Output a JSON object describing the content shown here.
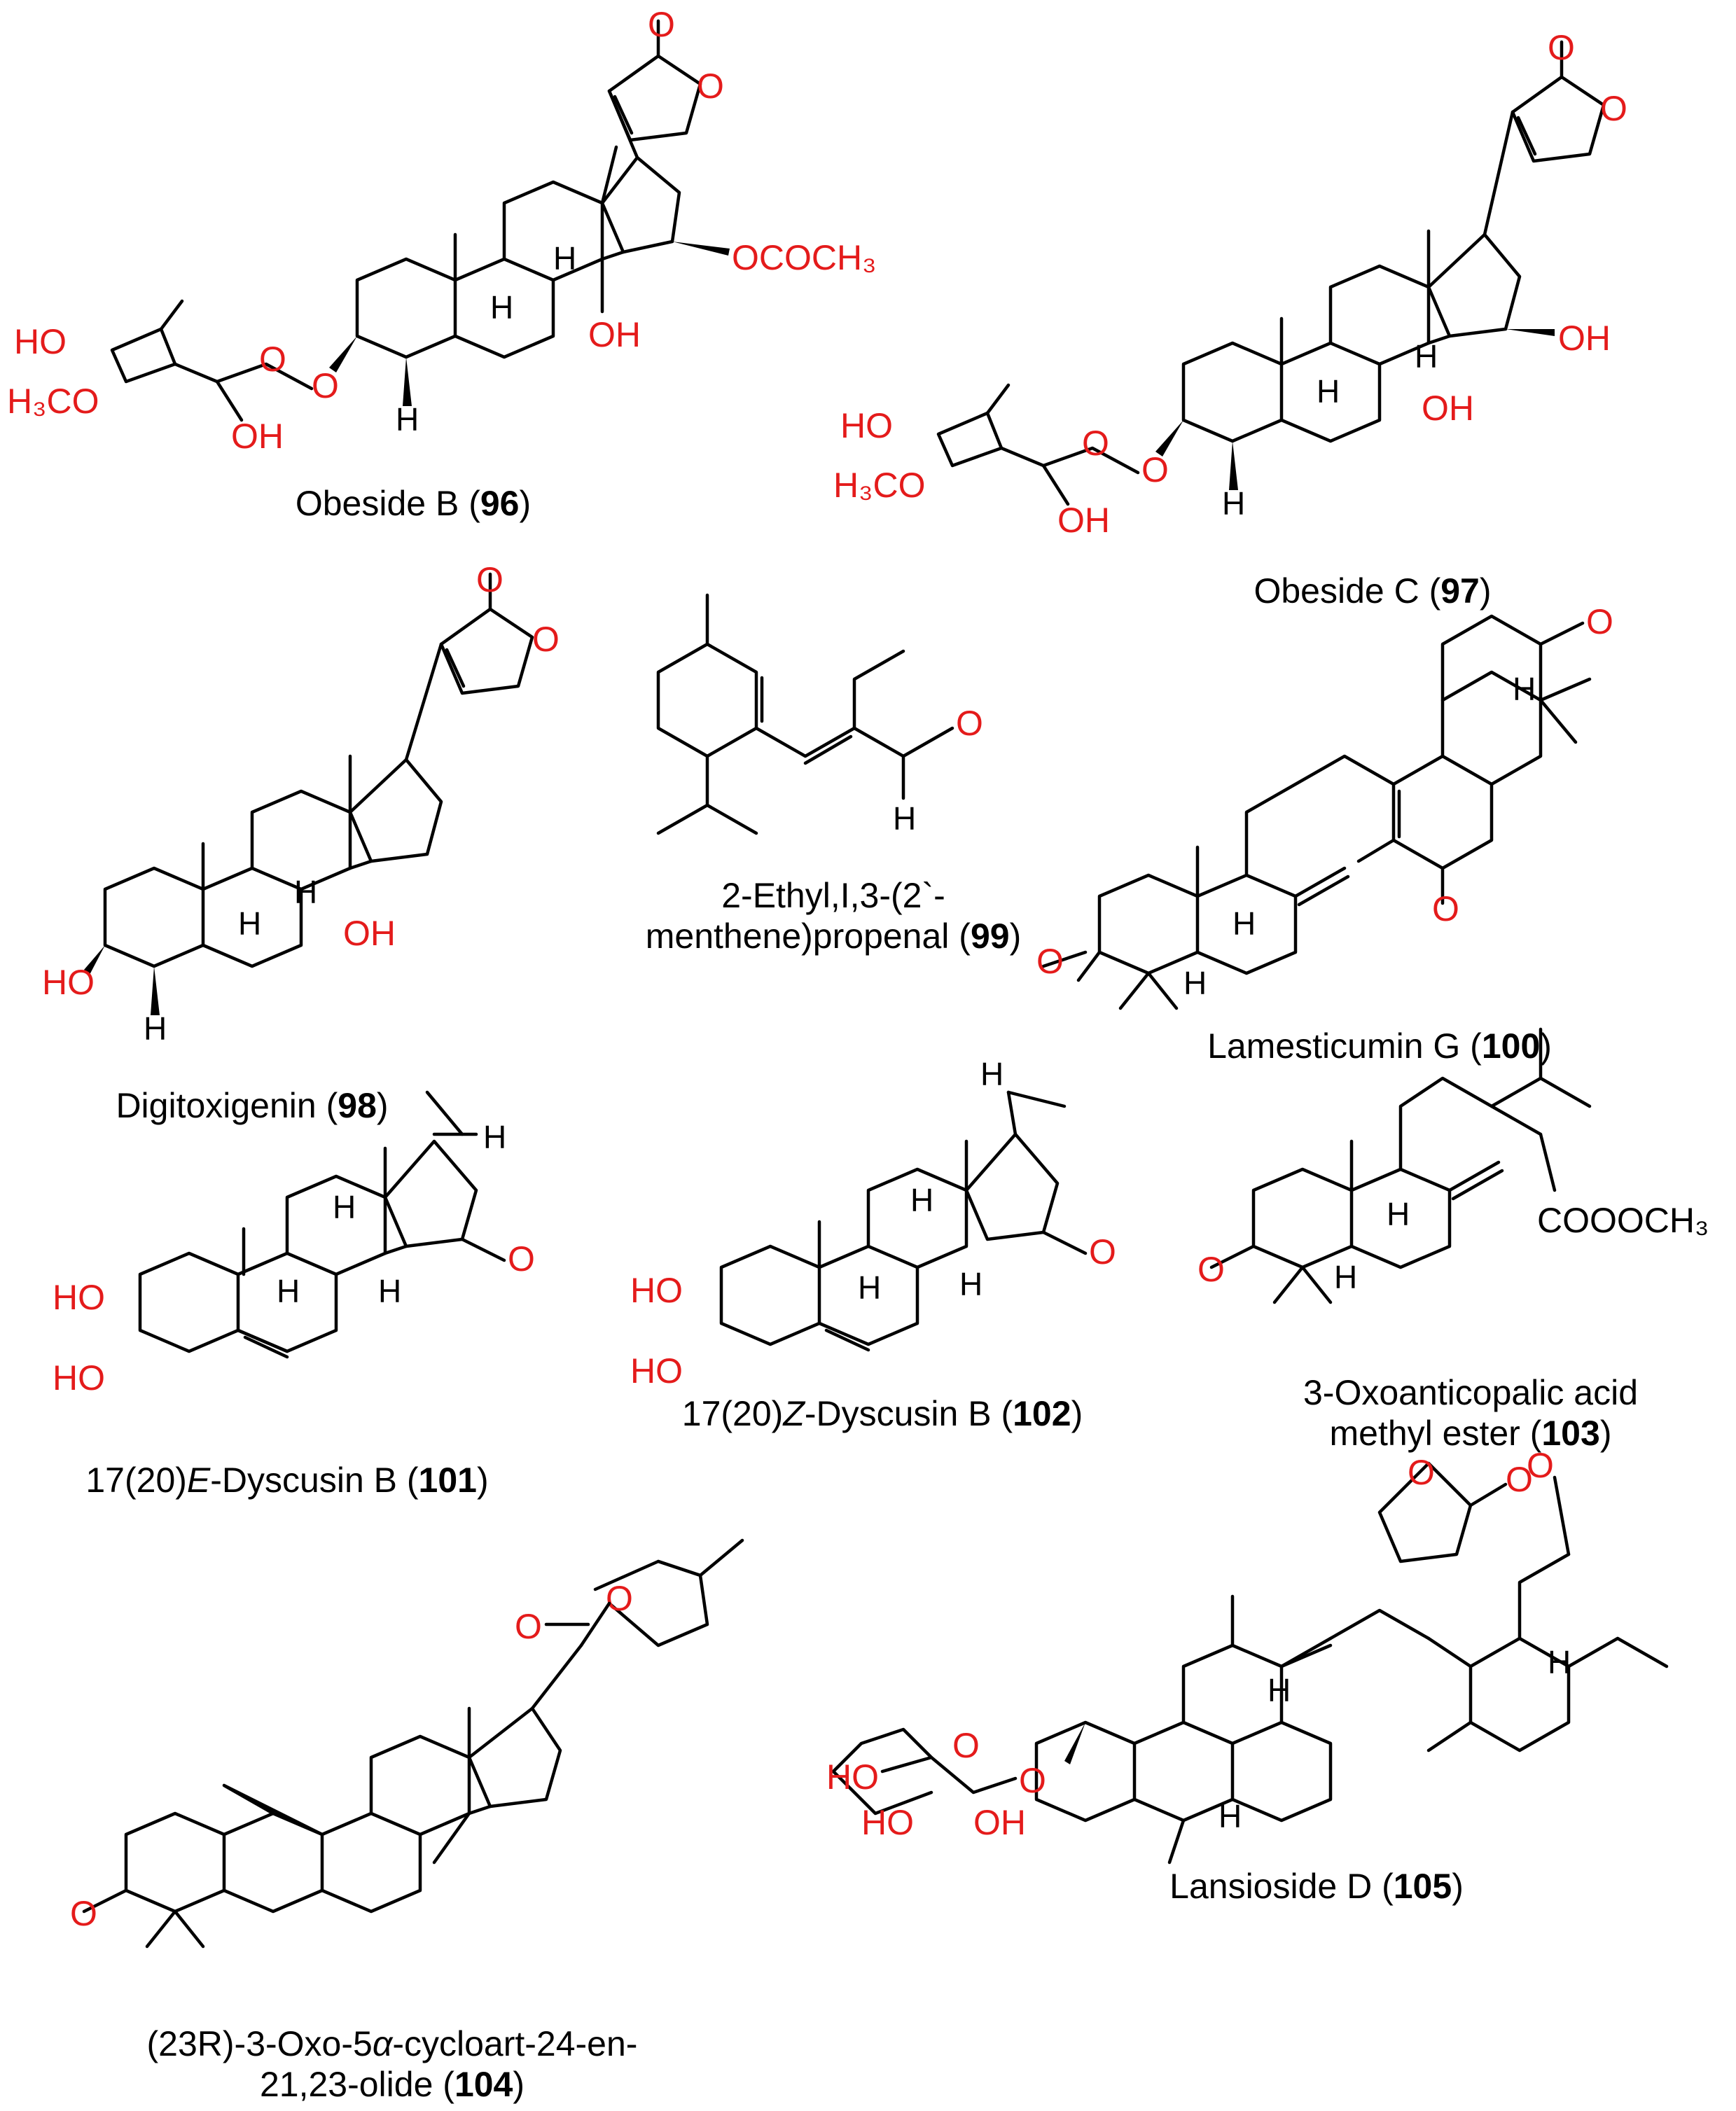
{
  "compounds": [
    {
      "id": "96",
      "name": "Obeside B (",
      "number": "96",
      "close": ")"
    },
    {
      "id": "97",
      "name": "Obeside C (",
      "number": "97",
      "close": ")"
    },
    {
      "id": "98",
      "name": "Digitoxigenin (",
      "number": "98",
      "close": ")"
    },
    {
      "id": "99",
      "name_line1": "2-Ethyl,I,3-(2`-",
      "name_line2": "menthene)propenal (",
      "number": "99",
      "close": ")"
    },
    {
      "id": "100",
      "name": "Lamesticumin G (",
      "number": "100",
      "close": ")"
    },
    {
      "id": "101",
      "prefix": "17(20)",
      "italic": "E",
      "name": "-Dyscusin B (",
      "number": "101",
      "close": ")"
    },
    {
      "id": "102",
      "prefix": "17(20)",
      "italic": "Z",
      "name": "-Dyscusin B (",
      "number": "102",
      "close": ")"
    },
    {
      "id": "103",
      "name_line1": "3-Oxoanticopalic acid",
      "name_line2": "methyl ester (",
      "number": "103",
      "close": ")"
    },
    {
      "id": "104",
      "name_line1": "(23R)-3-Oxo-5",
      "alpha": "α",
      "name_line1b": "-cycloart-24-en-",
      "name_line2": "21,23-olide (",
      "number": "104",
      "close": ")"
    },
    {
      "id": "105",
      "name": "Lansioside D (",
      "number": "105",
      "close": ")"
    }
  ],
  "atom_labels": {
    "O": "O",
    "OH": "OH",
    "HO": "HO",
    "H": "H",
    "H3CO": "H₃CO",
    "OCOCH3": "OCOCH₃",
    "COOOCH3": "COOOCH₃"
  },
  "colors": {
    "heteroatom": "#e41b1b",
    "bond": "#000000"
  }
}
